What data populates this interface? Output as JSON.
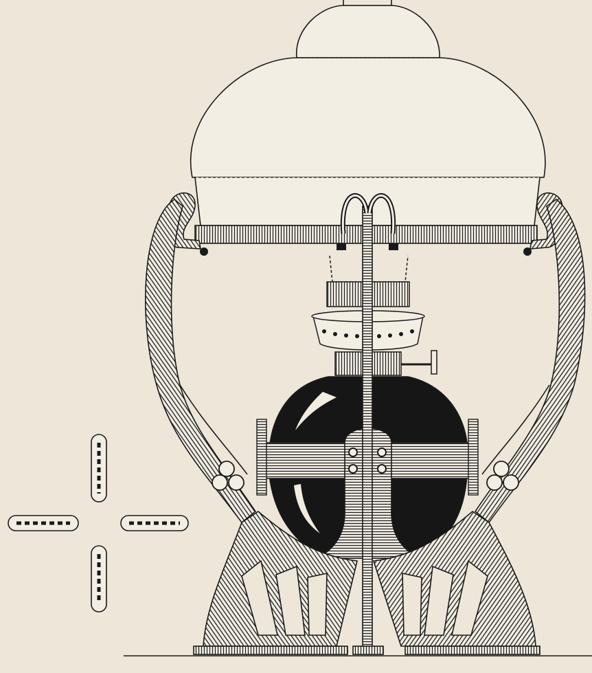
{
  "illustration": {
    "subject": "oil-lamp-engraving",
    "colors": {
      "paper": "#ede6d9",
      "ink": "#1a1a1a",
      "font": "#111111",
      "highlight": "#f1ebe0"
    },
    "parts": {
      "shade": "dome-glass-shade",
      "burner": "kerosene-burner",
      "font": "oil-font",
      "stand": "wrought-iron-stand",
      "detail": "cross-section-detail"
    }
  }
}
